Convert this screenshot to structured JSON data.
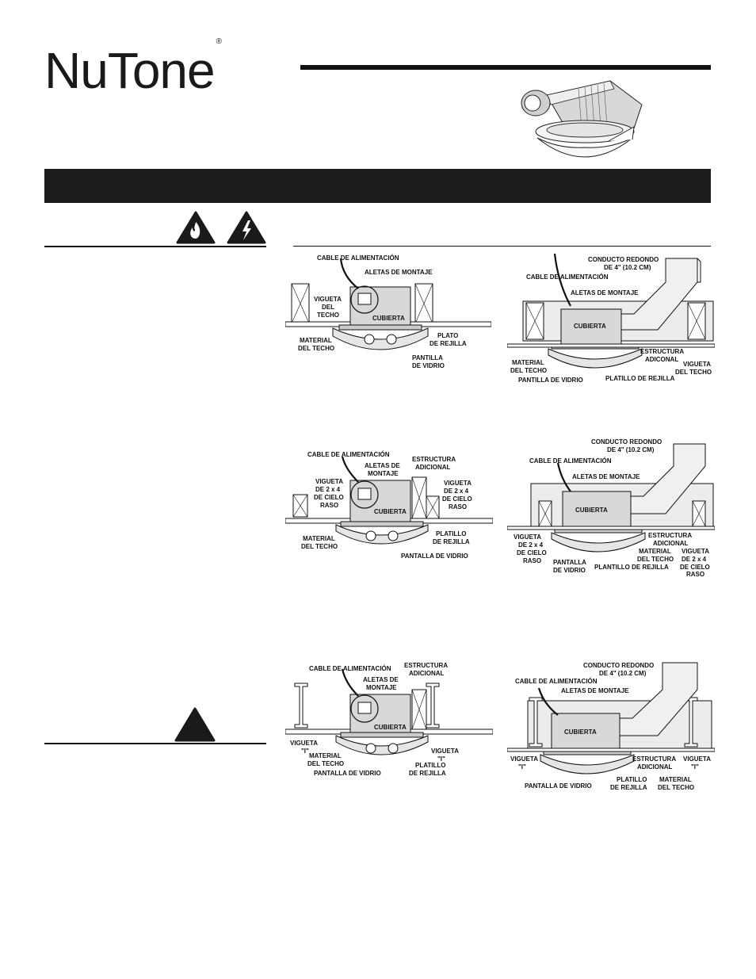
{
  "brand": {
    "name": "NuTone",
    "mark": "®"
  },
  "figures": [
    {
      "labels": {
        "cable": "CABLE DE ALIMENTACIÓN",
        "aletas": "ALETAS DE MONTAJE",
        "vigueta_l1": "VIGUETA",
        "vigueta_l2": "DEL",
        "vigueta_l3": "TECHO",
        "cubierta": "CUBIERTA",
        "material_l1": "MATERIAL",
        "material_l2": "DEL TECHO",
        "plato_l1": "PLATO",
        "plato_l2": "DE REJILLA",
        "pantalla_l1": "PANTILLA",
        "pantalla_l2": "DE VIDRIO"
      }
    },
    {
      "labels": {
        "conducto_l1": "CONDUCTO REDONDO",
        "conducto_l2": "DE 4\" (10.2 CM)",
        "cable": "CABLE DE ALIMENTACIÓN",
        "aletas": "ALETAS DE MONTAJE",
        "cubierta": "CUBIERTA",
        "estructura_l1": "ESTRUCTURA",
        "estructura_l2": "ADICONAL",
        "vigueta_l1": "VIGUETA",
        "vigueta_l2": "DEL TECHO",
        "material_l1": "MATERIAL",
        "material_l2": "DEL TECHO",
        "pantalla": "PANTILLA DE VIDRIO",
        "platillo": "PLATILLO DE REJILLA"
      }
    },
    {
      "labels": {
        "cable": "CABLE DE ALIMENTACIÓN",
        "aletas_l1": "ALETAS DE",
        "aletas_l2": "MONTAJE",
        "estructura_l1": "ESTRUCTURA",
        "estructura_l2": "ADICIONAL",
        "viguetaL_l1": "VIGUETA",
        "viguetaL_l2": "DE 2 x 4",
        "viguetaL_l3": "DE CIELO",
        "viguetaL_l4": "RASO",
        "viguetaR_l1": "VIGUETA",
        "viguetaR_l2": "DE 2 x 4",
        "viguetaR_l3": "DE CIELO",
        "viguetaR_l4": "RASO",
        "cubierta": "CUBIERTA",
        "material_l1": "MATERIAL",
        "material_l2": "DEL TECHO",
        "platillo_l1": "PLATILLO",
        "platillo_l2": "DE REJILLA",
        "pantalla": "PANTALLA DE VIDRIO"
      }
    },
    {
      "labels": {
        "conducto_l1": "CONDUCTO REDONDO",
        "conducto_l2": "DE 4\" (10.2 CM)",
        "cable": "CABLE DE ALIMENTACIÓN",
        "aletas": "ALETAS DE MONTAJE",
        "cubierta": "CUBIERTA",
        "estructura_l1": "ESTRUCTURA",
        "estructura_l2": "ADICIONAL",
        "viguetaL_l1": "VIGUETA",
        "viguetaL_l2": "DE 2 x 4",
        "viguetaL_l3": "DE CIELO",
        "viguetaL_l4": "RASO",
        "pantalla_l1": "PANTALLA",
        "pantalla_l2": "DE VIDRIO",
        "material_l1": "MATERIAL",
        "material_l2": "DEL TECHO",
        "platillo": "PLANTILLO DE REJILLA",
        "viguetaR_l1": "VIGUETA",
        "viguetaR_l2": "DE 2 x 4",
        "viguetaR_l3": "DE CIELO",
        "viguetaR_l4": "RASO"
      }
    },
    {
      "labels": {
        "cable": "CABLE DE ALIMENTACIÓN",
        "estructura_l1": "ESTRUCTURA",
        "estructura_l2": "ADICIONAL",
        "aletas_l1": "ALETAS DE",
        "aletas_l2": "MONTAJE",
        "cubierta": "CUBIERTA",
        "viguetaL_l1": "VIGUETA",
        "viguetaL_l2": "\"I\"",
        "material_l1": "MATERIAL",
        "material_l2": "DEL TECHO",
        "viguetaR_l1": "VIGUETA",
        "viguetaR_l2": "\"I\"",
        "platillo_l1": "PLATILLO",
        "platillo_l2": "DE REJILLA",
        "pantalla": "PANTALLA DE VIDRIO"
      }
    },
    {
      "labels": {
        "conducto_l1": "CONDUCTO REDONDO",
        "conducto_l2": "DE 4\" (10.2 CM)",
        "cable": "CABLE DE ALIMENTACIÓN",
        "aletas": "ALETAS DE MONTAJE",
        "cubierta": "CUBIERTA",
        "viguetaL_l1": "VIGUETA",
        "viguetaL_l2": "\"I\"",
        "estructura_l1": "ESTRUCTURA",
        "estructura_l2": "ADICIONAL",
        "viguetaR_l1": "VIGUETA",
        "viguetaR_l2": "\"I\"",
        "pantalla": "PANTALLA DE VIDRIO",
        "platillo_l1": "PLATILLO",
        "platillo_l2": "DE REJILLA",
        "material_l1": "MATERIAL",
        "material_l2": "DEL TECHO"
      }
    }
  ]
}
